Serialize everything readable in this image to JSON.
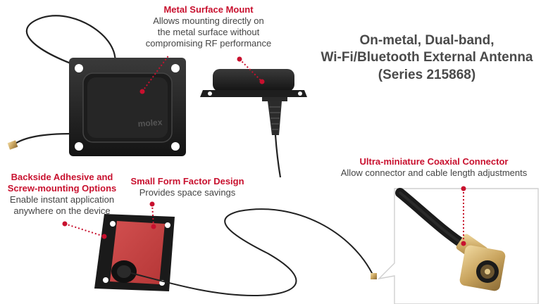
{
  "title": {
    "line1": "On-metal, Dual-band,",
    "line2": "Wi-Fi/Bluetooth External Antenna",
    "line3": "(Series 215868)"
  },
  "callouts": {
    "metal_surface": {
      "heading": "Metal Surface Mount",
      "lines": [
        "Allows mounting directly on",
        "the metal surface without",
        "compromising RF performance"
      ]
    },
    "backside": {
      "heading_lines": [
        "Backside Adhesive and",
        "Screw-mounting Options"
      ],
      "lines": [
        "Enable instant application",
        "anywhere on the device"
      ]
    },
    "form_factor": {
      "heading": "Small Form Factor Design",
      "lines": [
        "Provides space savings"
      ]
    },
    "connector": {
      "heading": "Ultra-miniature Coaxial Connector",
      "lines": [
        "Allow connector and cable length adjustments"
      ]
    }
  },
  "product": {
    "brand_label": "molex"
  },
  "colors": {
    "accent": "#c8102e",
    "text": "#444444",
    "title": "#4a4a4a",
    "antenna_body": "#1f1f1f",
    "adhesive": "#c74343"
  }
}
